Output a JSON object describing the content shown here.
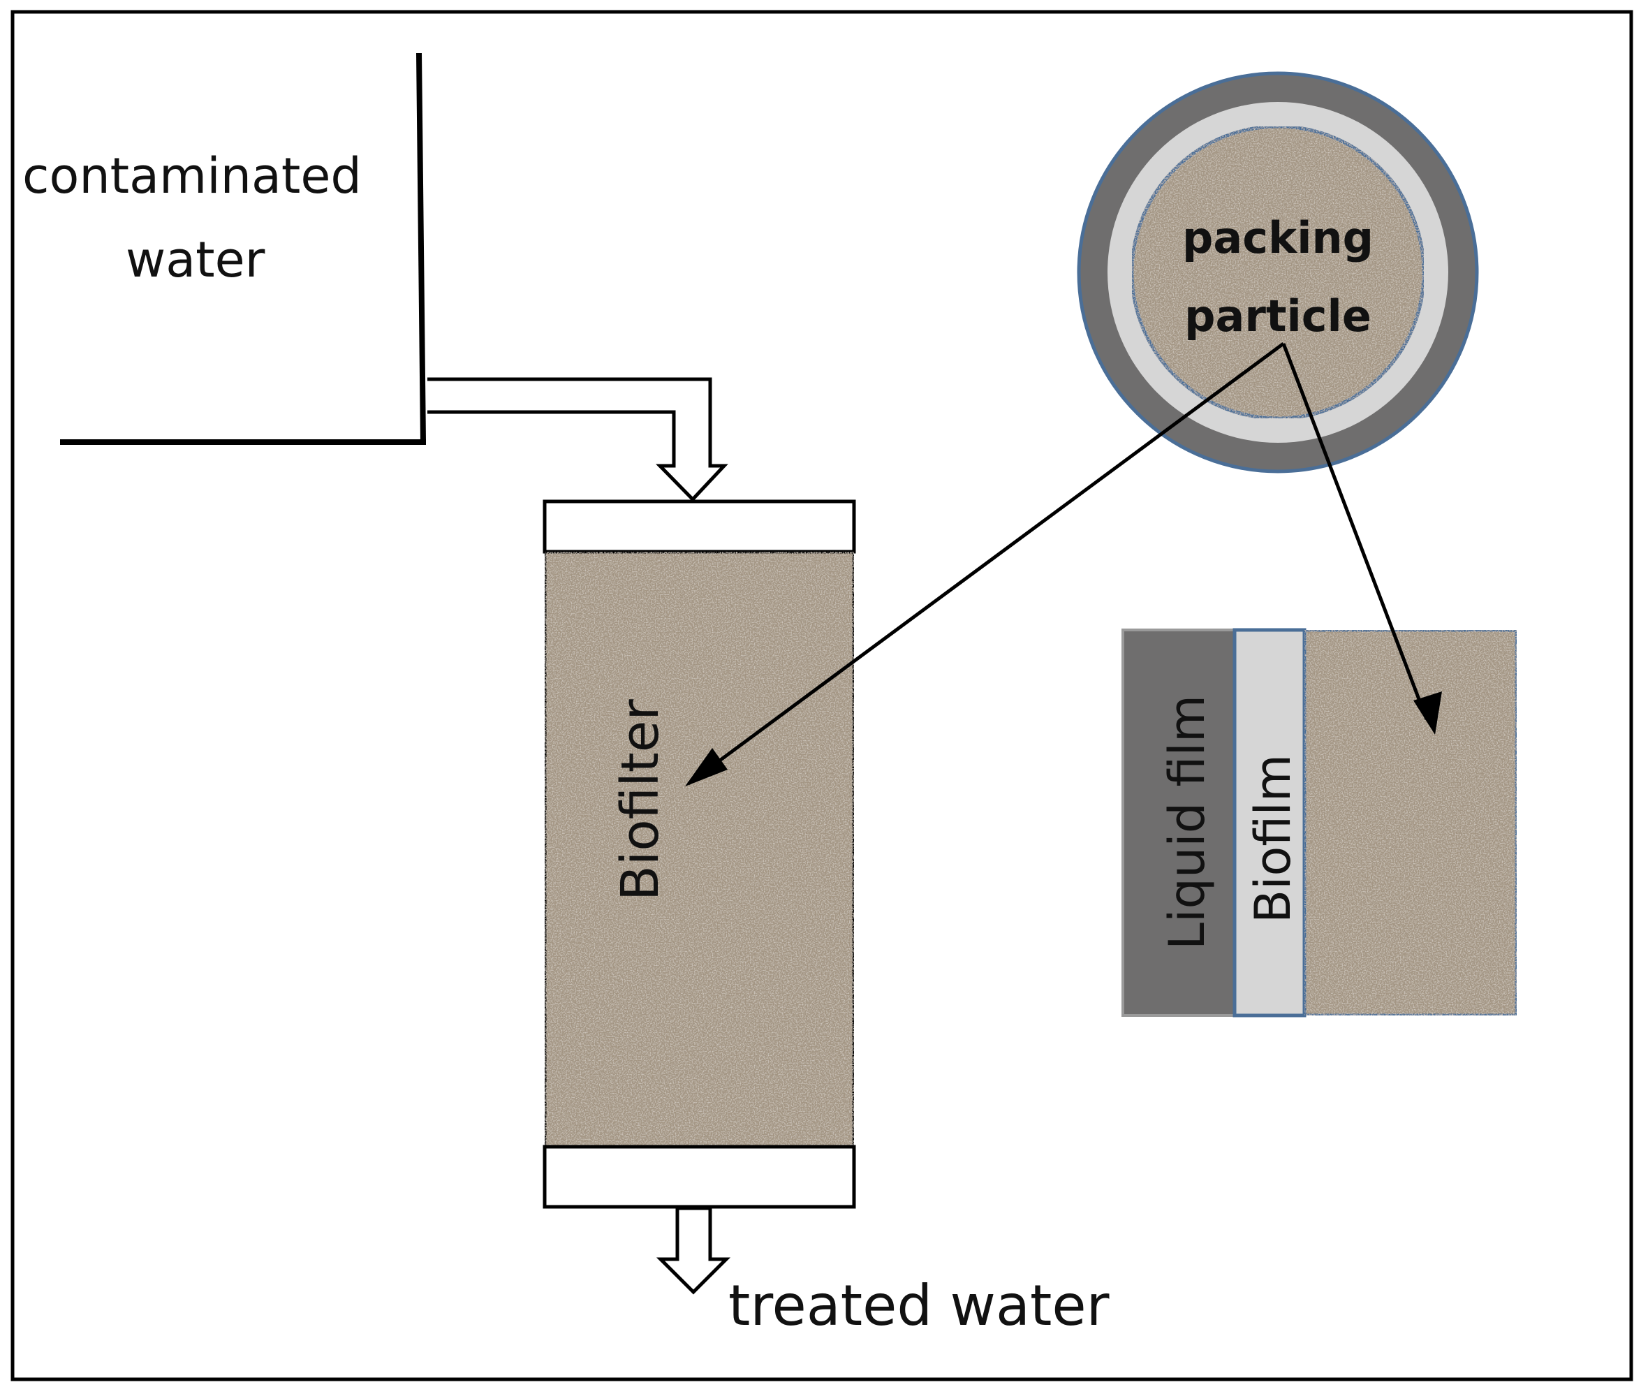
{
  "labels": {
    "contaminated_line1": "contaminated",
    "contaminated_line2": "water",
    "biofilter": "Biofilter",
    "treated_water": "treated water",
    "packing_line1": "packing",
    "packing_line2": "particle",
    "liquid_film": "Liquid film",
    "biofilm": "Biofilm"
  },
  "colors": {
    "outline": "#000000",
    "packing_media": "#a39583",
    "liquid_film": "#6f6e6e",
    "biofilm": "#d6d6d6",
    "boundary_blue": "#4a6e97"
  },
  "icons": {
    "inflow_arrow": "hollow-down-arrow",
    "outflow_arrow": "hollow-down-arrow"
  }
}
